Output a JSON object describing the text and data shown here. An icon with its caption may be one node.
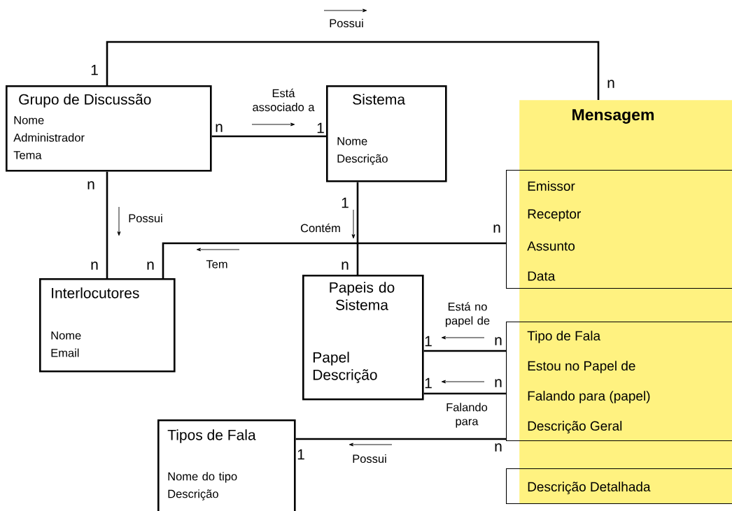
{
  "diagram": {
    "nodes": [
      {
        "text": [
          "Grupo de Discussão",
          "Nome Administrador Tema"
        ]
      },
      {
        "text": [
          "Sistema",
          "Nome Descrição"
        ]
      },
      {
        "text": [
          "Mensagem"
        ]
      },
      {
        "text": [
          "Emissor",
          "Receptor",
          "Assunto",
          "Data"
        ]
      },
      {
        "text": [
          "Interlocutores",
          "Nome Email"
        ]
      },
      {
        "text": [
          "Papeis do Sistema",
          "Papel Descrição"
        ]
      },
      {
        "text": [
          "Tipo de Fala",
          "Estou no Papel de",
          "Falando para (papel)",
          "Descrição Geral"
        ]
      },
      {
        "text": [
          "Tipos de Fala",
          "Nome do tipo Descrição"
        ]
      },
      {
        "text": [
          "Descrição Detalhada"
        ]
      }
    ],
    "edges": [
      {
        "from": 0,
        "to": 2,
        "arrow": "none",
        "label": "Possui"
      },
      {
        "from": 0,
        "to": 1,
        "arrow": "none",
        "label": "Está associado a"
      },
      {
        "from": 0,
        "to": 4,
        "arrow": "none",
        "label": "Possui"
      },
      {
        "from": 1,
        "to": 5,
        "arrow": "none",
        "label": "Contém"
      },
      {
        "from": 3,
        "to": 4,
        "arrow": "none",
        "label": "Tem"
      },
      {
        "from": 6,
        "to": 5,
        "arrow": "none",
        "label": "Está no papel de"
      },
      {
        "from": 6,
        "to": 5,
        "arrow": "none",
        "label": "Falando para"
      },
      {
        "from": 6,
        "to": 7,
        "arrow": "none",
        "label": "Possui"
      }
    ],
    "labels": [
      "1",
      "n",
      "n",
      "1",
      "n",
      "1",
      "n",
      "n",
      "n",
      "n",
      "1",
      "n",
      "1",
      "n",
      "1",
      "n"
    ]
  }
}
